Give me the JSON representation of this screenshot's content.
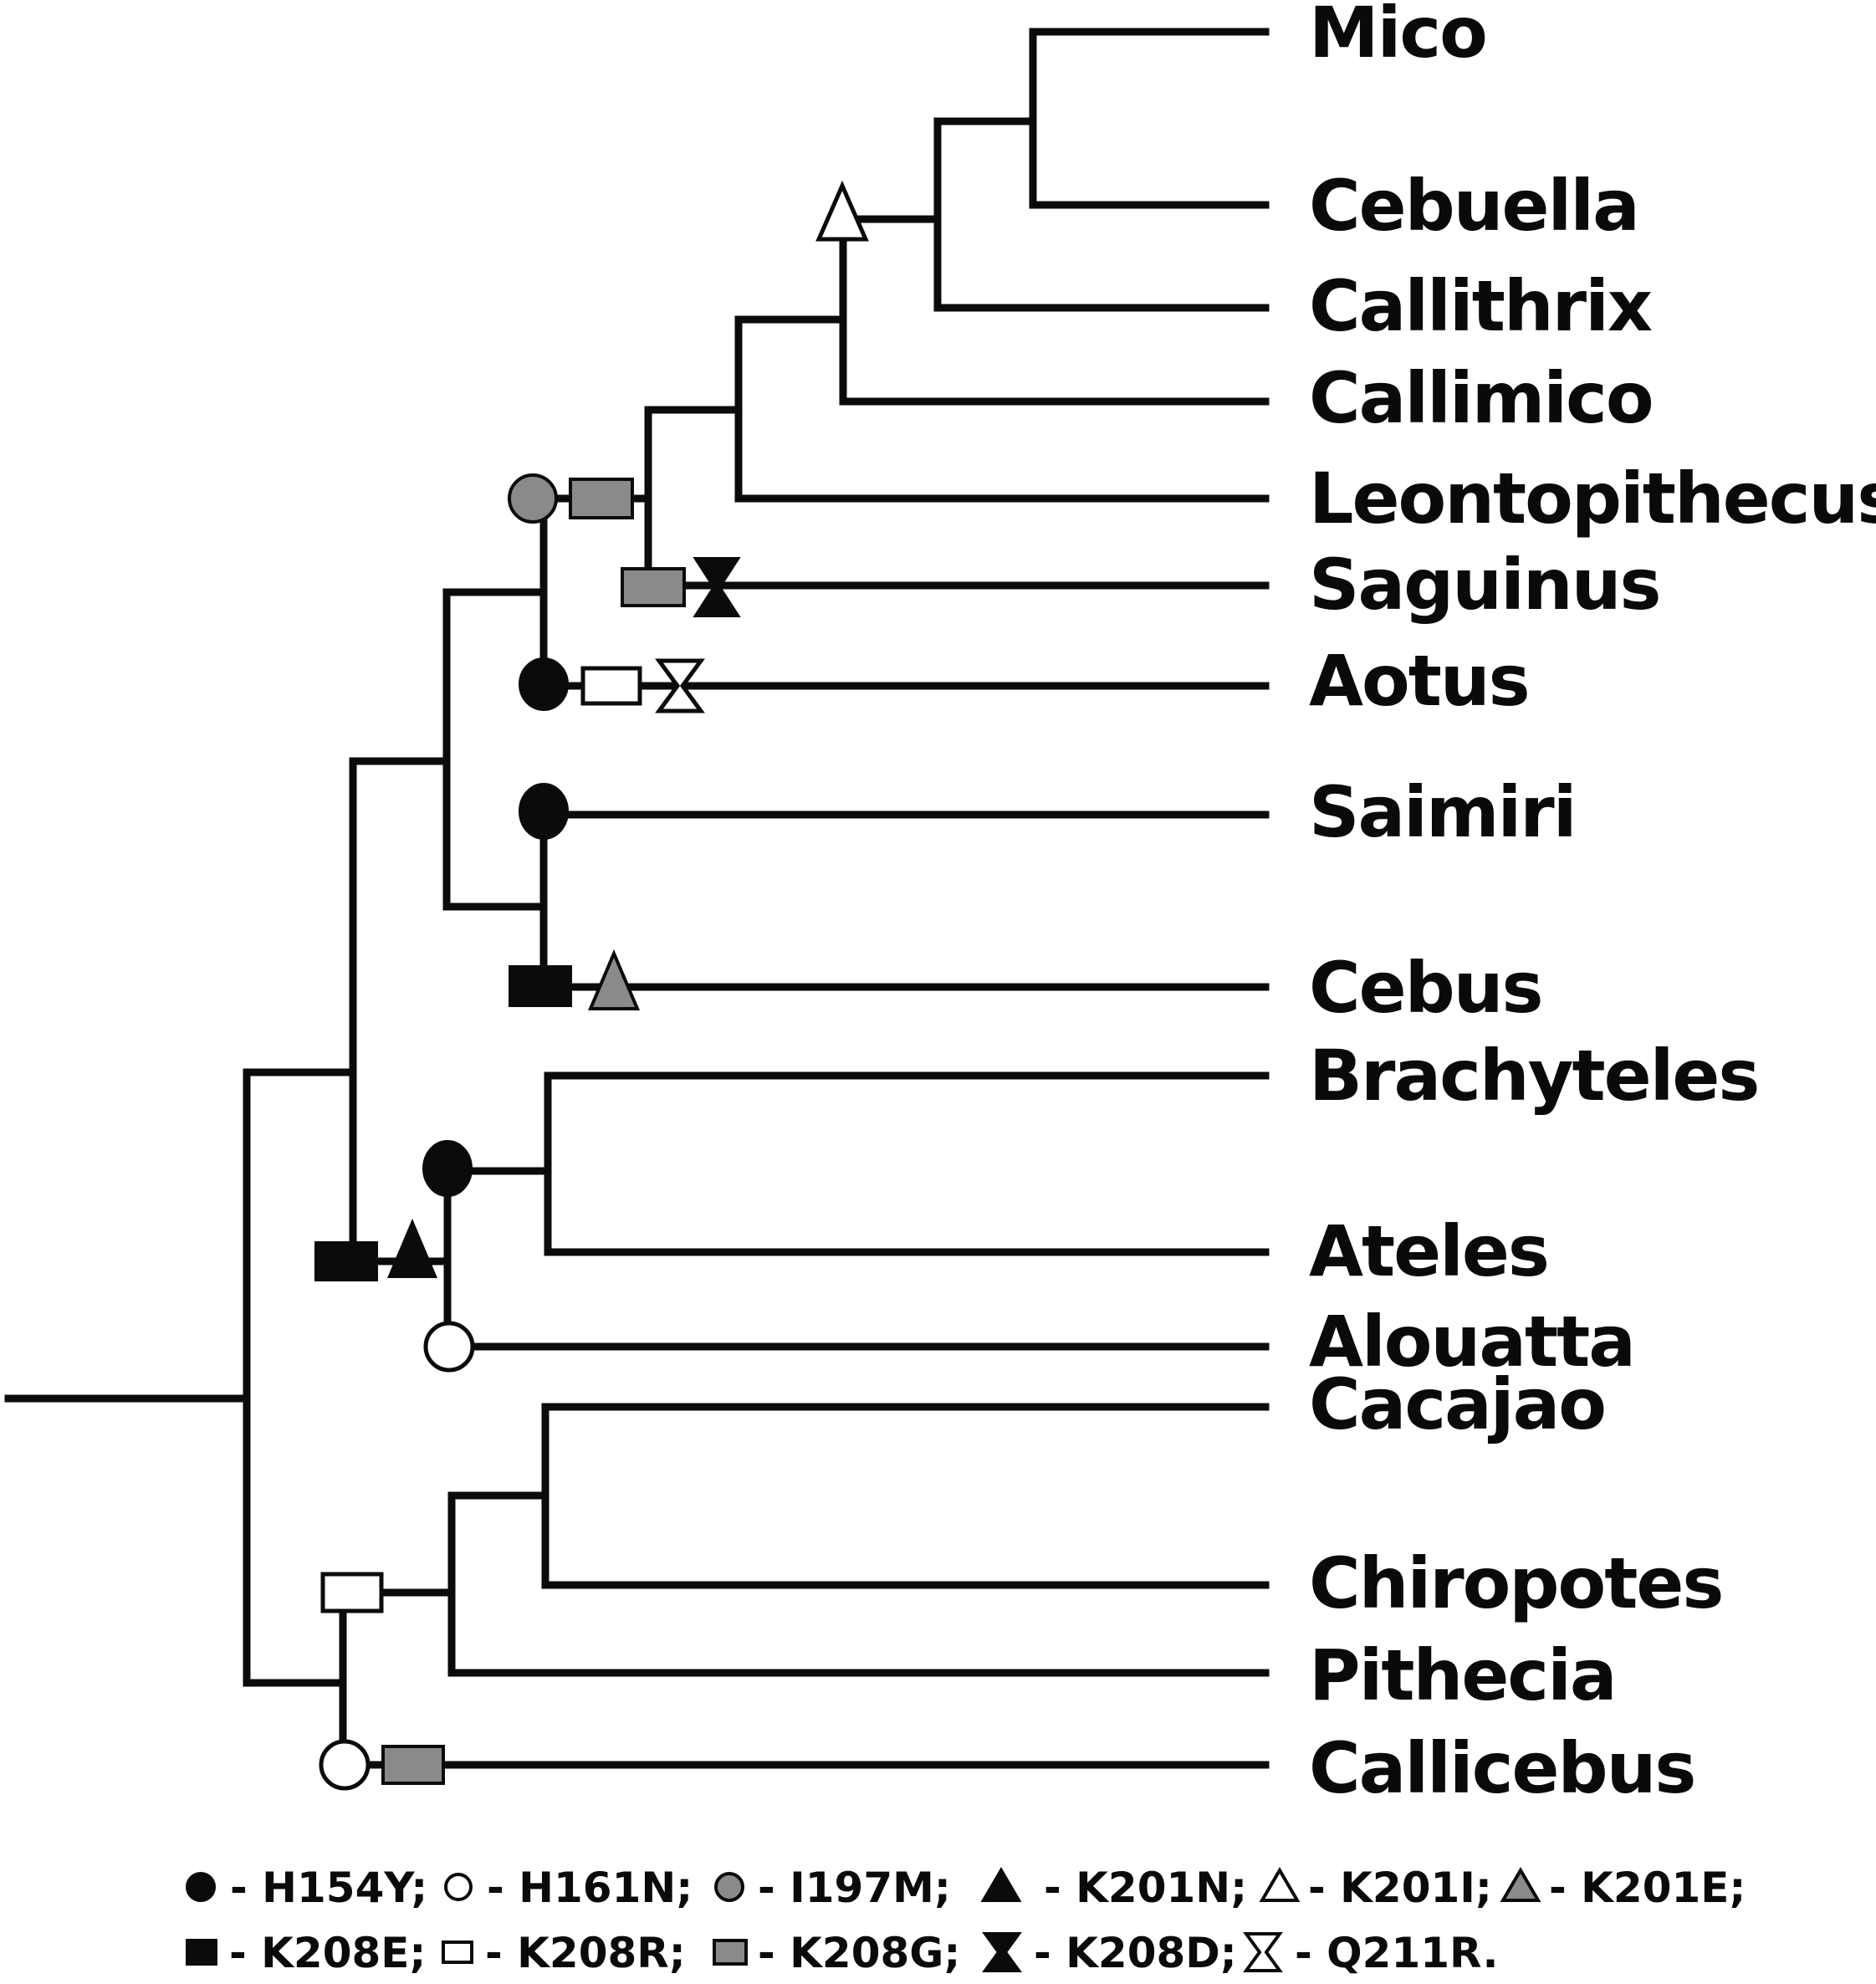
{
  "taxa": [
    "Mico",
    "Cebuella",
    "Callithrix",
    "Callimico",
    "Leontopithecus",
    "Saguinus",
    "Aotus",
    "Saimiri",
    "Cebus",
    "Brachyteles",
    "Ateles",
    "Alouatta",
    "Cacajao",
    "Chiropotes",
    "Pithecia",
    "Callicebus"
  ],
  "legend": {
    "line1": [
      {
        "symbol": "filled-circle",
        "text": "- H154Y;"
      },
      {
        "symbol": "open-circle",
        "text": "- H161N;"
      },
      {
        "symbol": "gray-circle",
        "text": "- I197M;"
      },
      {
        "symbol": "filled-triangle",
        "text": "- K201N;"
      },
      {
        "symbol": "open-triangle",
        "text": "- K201I;"
      },
      {
        "symbol": "gray-triangle",
        "text": "- K201E;"
      }
    ],
    "line2": [
      {
        "symbol": "filled-square",
        "text": "- K208E;"
      },
      {
        "symbol": "open-square",
        "text": "- K208R;"
      },
      {
        "symbol": "gray-square",
        "text": "- K208G;"
      },
      {
        "symbol": "filled-hourglass",
        "text": "- K208D;"
      },
      {
        "symbol": "open-hourglass",
        "text": "- Q211R."
      }
    ]
  },
  "colors": {
    "line": "#0b0b0b",
    "gray_fill": "#8a8a8a",
    "background": "#ffffff"
  }
}
